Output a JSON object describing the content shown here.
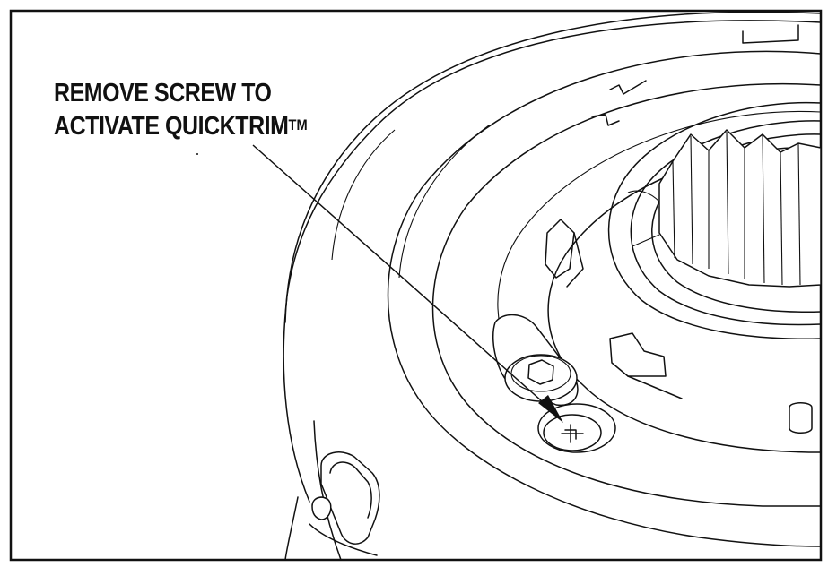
{
  "callout": {
    "line1": "REMOVE SCREW TO",
    "line2": "ACTIVATE QUICKTRIM",
    "trademark": "TM"
  },
  "colors": {
    "ink": "#111111",
    "background": "#ffffff"
  }
}
